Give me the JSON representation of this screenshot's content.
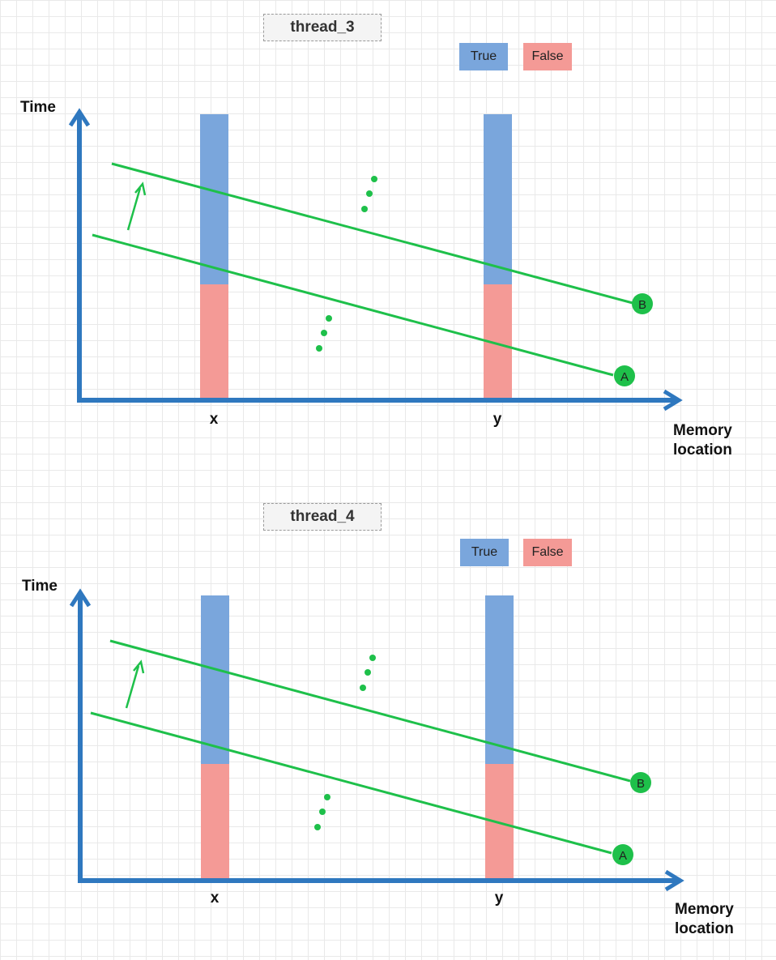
{
  "colors": {
    "true": "#7aa6dc",
    "false": "#f49a96",
    "axis": "#2f78bf",
    "line": "#1ec04a",
    "dot": "#1ec04a"
  },
  "legend": {
    "true_label": "True",
    "false_label": "False"
  },
  "axes": {
    "y_label": "Time",
    "x_label_line1": "Memory",
    "x_label_line2": "location"
  },
  "locations": [
    "x",
    "y"
  ],
  "lines": [
    {
      "label": "A"
    },
    {
      "label": "B"
    }
  ],
  "panels": [
    {
      "title": "thread_3"
    },
    {
      "title": "thread_4"
    }
  ]
}
